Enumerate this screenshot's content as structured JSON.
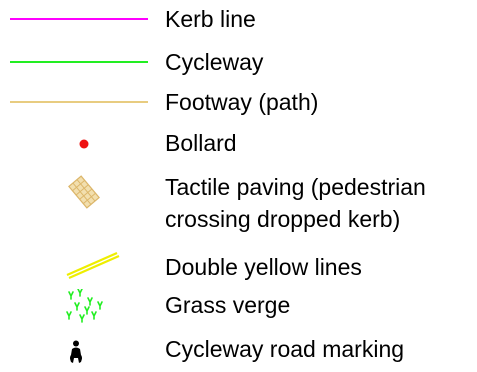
{
  "legend": {
    "items": [
      {
        "label": "Kerb line",
        "symbol": "magenta-line",
        "color": "#ff00ff"
      },
      {
        "label": "Cycleway",
        "symbol": "green-line",
        "color": "#22ee22"
      },
      {
        "label": "Footway (path)",
        "symbol": "tan-line",
        "color": "#e8cc80"
      },
      {
        "label": "Bollard",
        "symbol": "red-dot",
        "color": "#ee1111"
      },
      {
        "label": "Tactile paving (pedestrian\ncrossing dropped kerb)",
        "symbol": "tactile-paving-grid",
        "color": "#e8c888"
      },
      {
        "label": "Double yellow lines",
        "symbol": "double-yellow-lines",
        "color": "#eeee00"
      },
      {
        "label": "Grass verge",
        "symbol": "grass-tufts",
        "color": "#22ee22"
      },
      {
        "label": "Cycleway road marking",
        "symbol": "cyclist-marking",
        "color": "#000000"
      }
    ]
  }
}
